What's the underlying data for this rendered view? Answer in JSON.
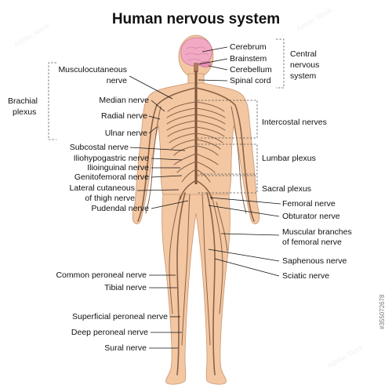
{
  "title": "Human nervous system",
  "groups": {
    "central": [
      "Central",
      "nervous",
      "system"
    ],
    "brachial": [
      "Brachial",
      "plexus"
    ]
  },
  "labels": {
    "cerebrum": "Cerebrum",
    "brainstem": "Brainstem",
    "cerebellum": "Cerebellum",
    "spinal_cord": "Spinal cord",
    "intercostal": "Intercostal nerves",
    "lumbar": "Lumbar plexus",
    "sacral": "Sacral plexus",
    "femoral": "Femoral nerve",
    "obturator": "Obturator nerve",
    "muscular_branches": [
      "Muscular branches",
      "of femoral nerve"
    ],
    "saphenous": "Saphenous nerve",
    "sciatic": "Sciatic nerve",
    "musculocutaneous": [
      "Musculocutaneous",
      "nerve"
    ],
    "median": "Median nerve",
    "radial": "Radial nerve",
    "ulnar": "Ulnar nerve",
    "subcostal": "Subcostal nerve",
    "iliohypogastric": "Iliohypogastric nerve",
    "ilioinguinal": "Ilioinguinal nerve",
    "genitofemoral": "Genitofemoral nerve",
    "lateral_cutaneous": [
      "Lateral cutaneous",
      "of thigh nerve"
    ],
    "pudendal": "Pudendal nerve",
    "common_peroneal": "Common peroneal nerve",
    "tibial": "Tibial nerve",
    "superficial_peroneal": "Superficial peroneal nerve",
    "deep_peroneal": "Deep peroneal nerve",
    "sural": "Sural nerve"
  },
  "watermark": {
    "text": "Adobe Stock",
    "id": "#355072678"
  }
}
